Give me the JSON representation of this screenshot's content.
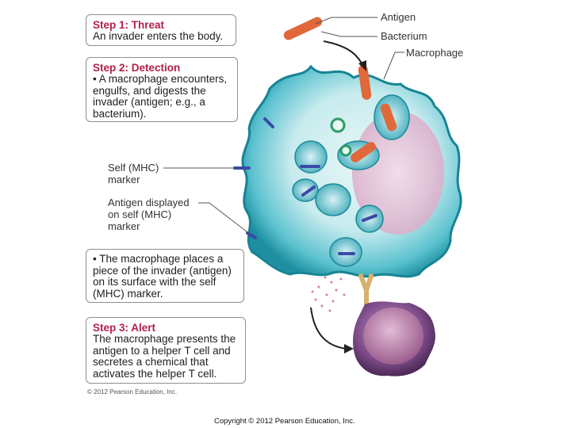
{
  "step1": {
    "title": "Step 1: Threat",
    "text": "An invader enters the body."
  },
  "step2": {
    "title": "Step 2: Detection",
    "text_lines": [
      "• A macrophage encounters,",
      "engulfs, and digests the",
      "invader (antigen; e.g., a",
      "bacterium)."
    ]
  },
  "display_box": {
    "text_lines": [
      "• The macrophage places a",
      "piece of the invader (antigen)",
      "on its surface with the self",
      "(MHC) marker."
    ]
  },
  "step3": {
    "title": "Step 3: Alert",
    "text_lines": [
      "The macrophage presents the",
      "antigen to a helper T cell and",
      "secretes a chemical that",
      "activates the helper T cell."
    ]
  },
  "labels": {
    "antigen": "Antigen",
    "bacterium": "Bacterium",
    "macrophage": "Macrophage",
    "self_marker": [
      "Self (MHC)",
      "marker"
    ],
    "antigen_displayed": [
      "Antigen displayed",
      "on self (MHC)",
      "marker"
    ]
  },
  "credit": "© 2012 Pearson Education, Inc.",
  "footer": "Copyright © 2012 Pearson Education, Inc.",
  "colors": {
    "title_accent": "#b2204a",
    "macrophage": "#2fa6b6",
    "bacterium": "#e0683a",
    "t_cell": "#8a5a9c"
  }
}
